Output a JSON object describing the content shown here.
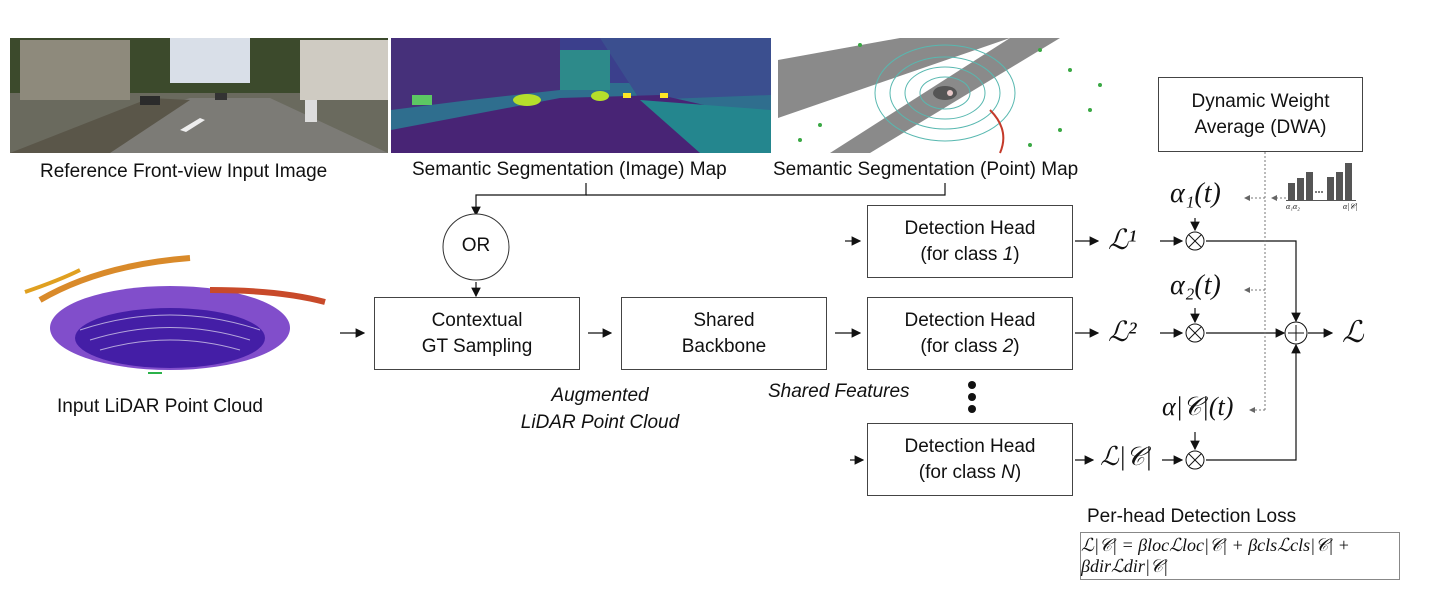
{
  "images": {
    "front_view_caption": "Reference Front-view Input Image",
    "seg_image_caption": "Semantic Segmentation (Image) Map",
    "seg_point_caption": "Semantic Segmentation (Point) Map",
    "pointcloud_caption": "Input LiDAR Point Cloud"
  },
  "nodes": {
    "or": "OR",
    "sampling_line1": "Contextual",
    "sampling_line2": "GT Sampling",
    "backbone_line1": "Shared",
    "backbone_line2": "Backbone",
    "head_title": "Detection Head",
    "head1_prefix": "(for class ",
    "head1_class": "1",
    "head2_prefix": "(for class ",
    "head2_class": "2",
    "headN_prefix": "(for class ",
    "headN_class": "N",
    "close_paren": ")",
    "dwa_line1": "Dynamic Weight",
    "dwa_line2": "Average (DWA)"
  },
  "edges": {
    "augmented_line1": "Augmented",
    "augmented_line2": "LiDAR Point Cloud",
    "shared_features": "Shared Features"
  },
  "math": {
    "L1": "ℒ¹",
    "L2": "ℒ²",
    "LC": "ℒ|𝒞|",
    "L_total": "ℒ",
    "alpha1": "α₁(t)",
    "alpha2": "α₂(t)",
    "alphaC": "α|𝒞|(t)",
    "times": "⊗",
    "plus": "⊕",
    "dwa_tick_left": "α₁α₂",
    "dwa_tick_right": "α|𝒞|"
  },
  "loss": {
    "caption": "Per-head Detection Loss",
    "formula": "ℒ|𝒞| = βlocℒloc|𝒞| + βclsℒcls|𝒞| + βdirℒdir|𝒞|"
  }
}
